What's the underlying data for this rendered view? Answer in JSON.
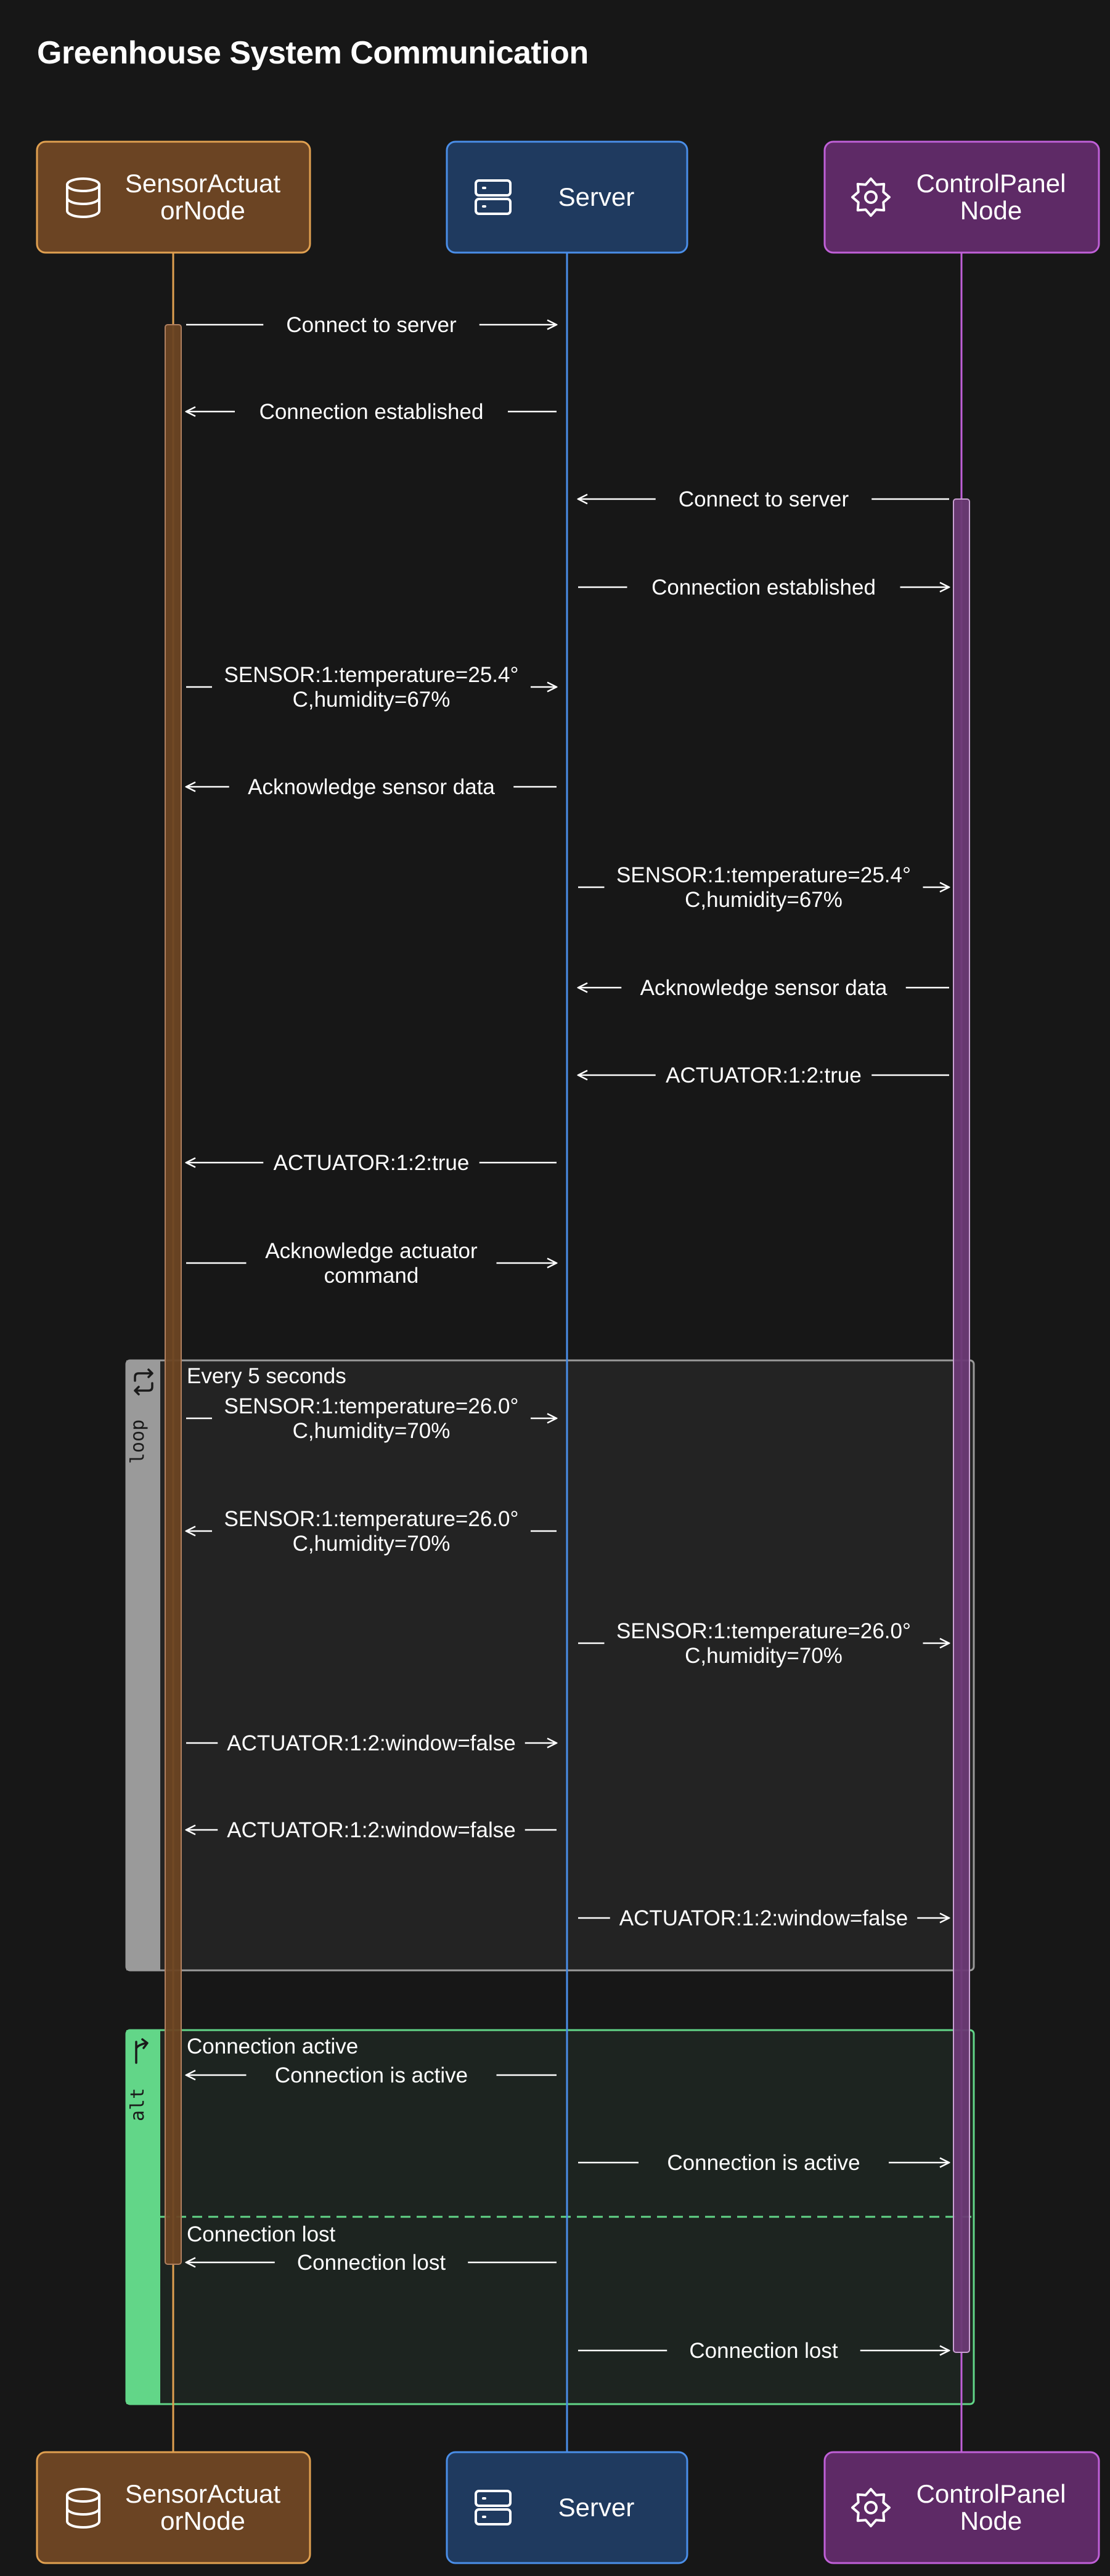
{
  "title": "Greenhouse System Communication",
  "colors": {
    "background": "#171717",
    "sensor_fill": "#6b4423",
    "sensor_stroke": "#e0a050",
    "server_fill": "#1f3a5f",
    "server_stroke": "#4a8ee8",
    "control_fill": "#5e2a66",
    "control_stroke": "#c060d8",
    "loop_color": "#9a9a9a",
    "alt_color": "#62d688"
  },
  "participants": [
    {
      "id": "sensor",
      "label_lines": [
        "SensorActuat",
        "orNode"
      ],
      "icon": "database-icon"
    },
    {
      "id": "server",
      "label_lines": [
        "Server"
      ],
      "icon": "server-icon"
    },
    {
      "id": "control",
      "label_lines": [
        "ControlPanel",
        "Node"
      ],
      "icon": "gear-icon"
    }
  ],
  "messages": [
    {
      "from": "sensor",
      "to": "server",
      "text": [
        "Connect to server"
      ]
    },
    {
      "from": "server",
      "to": "sensor",
      "text": [
        "Connection established"
      ]
    },
    {
      "from": "control",
      "to": "server",
      "text": [
        "Connect to server"
      ]
    },
    {
      "from": "server",
      "to": "control",
      "text": [
        "Connection established"
      ]
    },
    {
      "from": "sensor",
      "to": "server",
      "text": [
        "SENSOR:1:temperature=25.4°",
        "C,humidity=67%"
      ]
    },
    {
      "from": "server",
      "to": "sensor",
      "text": [
        "Acknowledge sensor data"
      ]
    },
    {
      "from": "server",
      "to": "control",
      "text": [
        "SENSOR:1:temperature=25.4°",
        "C,humidity=67%"
      ]
    },
    {
      "from": "control",
      "to": "server",
      "text": [
        "Acknowledge sensor data"
      ]
    },
    {
      "from": "control",
      "to": "server",
      "text": [
        "ACTUATOR:1:2:true"
      ]
    },
    {
      "from": "server",
      "to": "sensor",
      "text": [
        "ACTUATOR:1:2:true"
      ]
    },
    {
      "from": "sensor",
      "to": "server",
      "text": [
        "Acknowledge actuator",
        "command"
      ]
    },
    {
      "from": "sensor",
      "to": "server",
      "text": [
        "SENSOR:1:temperature=26.0°",
        "C,humidity=70%"
      ]
    },
    {
      "from": "server",
      "to": "sensor",
      "text": [
        "SENSOR:1:temperature=26.0°",
        "C,humidity=70%"
      ]
    },
    {
      "from": "server",
      "to": "control",
      "text": [
        "SENSOR:1:temperature=26.0°",
        "C,humidity=70%"
      ]
    },
    {
      "from": "sensor",
      "to": "server",
      "text": [
        "ACTUATOR:1:2:window=false"
      ]
    },
    {
      "from": "server",
      "to": "sensor",
      "text": [
        "ACTUATOR:1:2:window=false"
      ]
    },
    {
      "from": "server",
      "to": "control",
      "text": [
        "ACTUATOR:1:2:window=false"
      ]
    },
    {
      "from": "server",
      "to": "sensor",
      "text": [
        "Connection is active"
      ]
    },
    {
      "from": "server",
      "to": "control",
      "text": [
        "Connection is active"
      ]
    },
    {
      "from": "server",
      "to": "sensor",
      "text": [
        "Connection lost"
      ]
    },
    {
      "from": "server",
      "to": "control",
      "text": [
        "Connection lost"
      ]
    }
  ],
  "frames": [
    {
      "kind": "loop",
      "icon": "loop-icon",
      "sections": [
        {
          "label": "Every 5 seconds"
        }
      ]
    },
    {
      "kind": "alt",
      "icon": "branch-icon",
      "sections": [
        {
          "label": "Connection active"
        },
        {
          "label": "Connection lost"
        }
      ]
    }
  ]
}
